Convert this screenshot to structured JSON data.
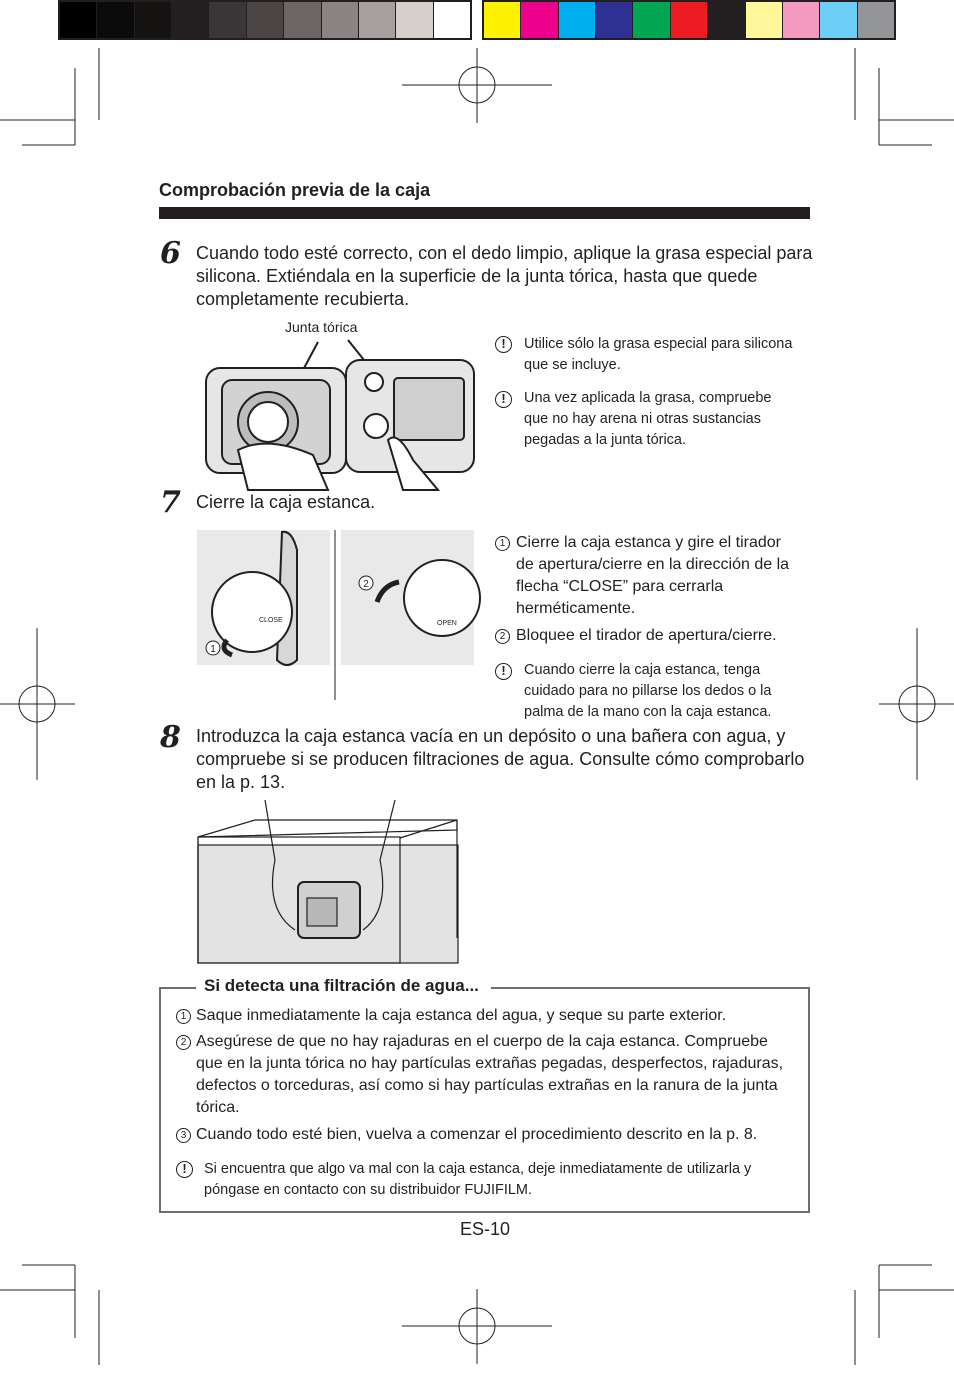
{
  "colors": {
    "gray_bar": [
      "#000000",
      "#0b0b0b",
      "#151312",
      "#231f20",
      "#3a3536",
      "#4b4546",
      "#6d6565",
      "#8b8382",
      "#a7a09e",
      "#d7cfcc",
      "#ffffff"
    ],
    "color_bar": [
      "#fff200",
      "#ec008c",
      "#00aeef",
      "#2e3192",
      "#00a651",
      "#ed1c24",
      "#231f20",
      "#fff799",
      "#f49ac1",
      "#6dcff6",
      "#939598"
    ]
  },
  "section_title": "Comprobación previa de la caja",
  "steps": [
    {
      "number": "6",
      "text": "Cuando todo esté correcto, con el dedo limpio, aplique la grasa especial para silicona. Extiéndala en la superficie de la junta tórica, hasta que quede completamente recubierta.",
      "figure_label": "Junta tórica",
      "notes": [
        {
          "icon": "!",
          "text": "Utilice sólo la grasa especial para silicona que se incluye."
        },
        {
          "icon": "!",
          "text": "Una vez aplicada la grasa, compruebe que no hay arena ni otras sustancias pegadas a la junta tórica."
        }
      ]
    },
    {
      "number": "7",
      "text": "Cierre la caja estanca.",
      "figure_labels": {
        "dial_close": "CLOSE",
        "dial_open": "OPEN",
        "callout_1": "1",
        "callout_2": "2"
      },
      "substeps": [
        {
          "marker": "1",
          "text": "Cierre la caja estanca y gire el tirador de apertura/cierre en la dirección de la flecha “CLOSE” para cerrarla herméticamente."
        },
        {
          "marker": "2",
          "text": "Bloquee el tirador de apertura/cierre."
        }
      ],
      "notes": [
        {
          "icon": "!",
          "text": "Cuando cierre la caja estanca, tenga cuidado para no pillarse los dedos o la palma de la mano con la caja estanca."
        }
      ]
    },
    {
      "number": "8",
      "text": "Introduzca la caja estanca vacía en un depósito o una bañera con agua, y compruebe si se producen filtraciones de agua. Consulte cómo comprobarlo en la p. 13."
    }
  ],
  "leak_box": {
    "title": "Si detecta una filtración de agua...",
    "items": [
      {
        "marker": "1",
        "text": "Saque inmediatamente la caja estanca del agua, y seque su parte exterior."
      },
      {
        "marker": "2",
        "text": "Asegúrese de que no hay rajaduras en el cuerpo de la caja estanca. Compruebe que en la junta tórica no hay partículas extrañas pegadas, desperfectos, rajaduras, defectos o torceduras, así como si hay partículas extrañas en la ranura de la junta tórica."
      },
      {
        "marker": "3",
        "text": "Cuando todo esté bien, vuelva a comenzar el procedimiento descrito en la p. 8."
      }
    ],
    "note": {
      "icon": "!",
      "text": "Si encuentra que algo va mal con la caja estanca, deje inmediatamente de utilizarla y póngase en contacto con su distribuidor FUJIFILM."
    }
  },
  "page_number": "ES-10"
}
